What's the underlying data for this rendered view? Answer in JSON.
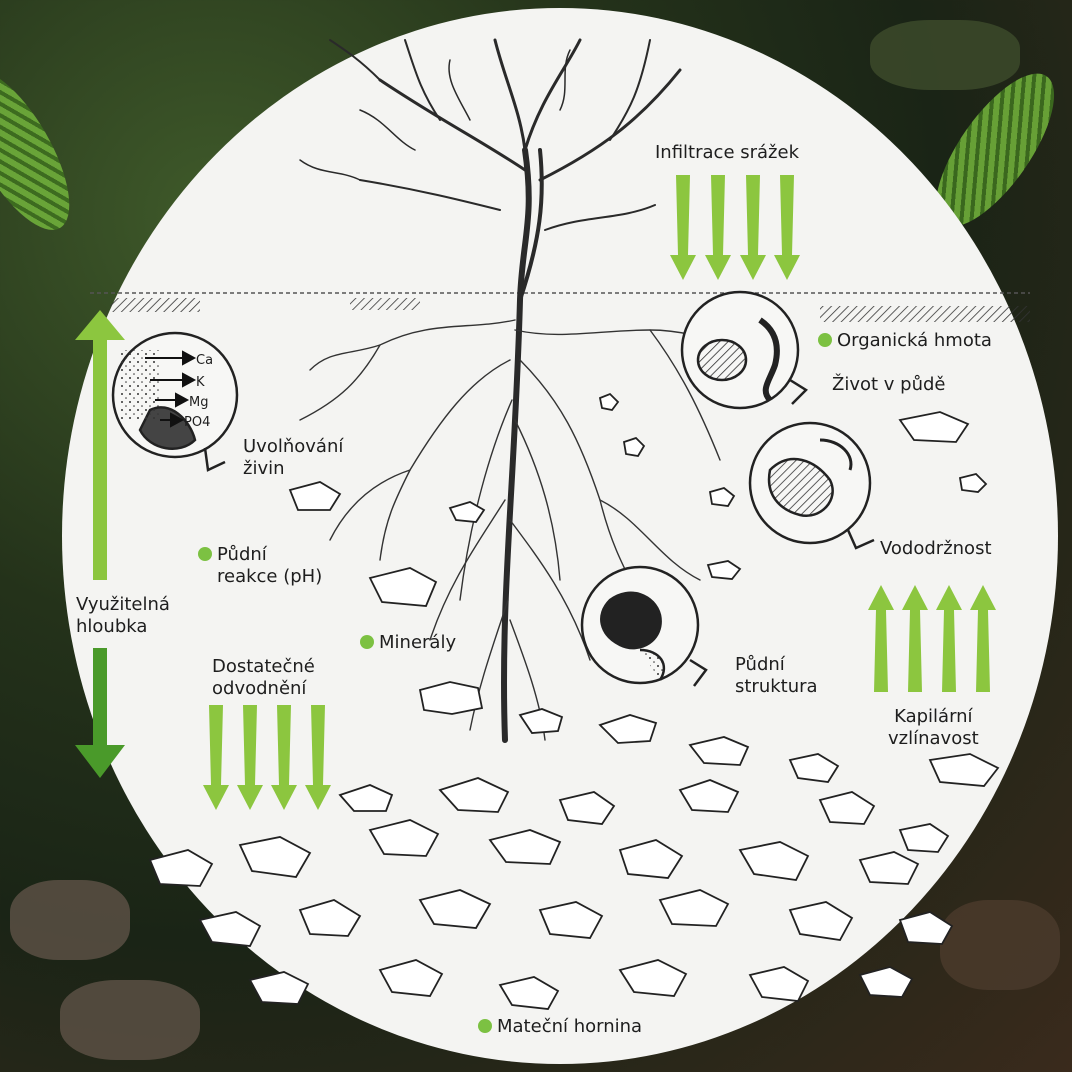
{
  "labels": {
    "infiltrace": "Infiltrace srážek",
    "organicka": "Organická hmota",
    "zivot": "Život v půdě",
    "uvolnovani_1": "Uvolňování",
    "uvolnovani_2": "živin",
    "pudni_reakce_1": "Půdní",
    "pudni_reakce_2": "reakce (pH)",
    "vyuzitelna_1": "Využitelná",
    "vyuzitelna_2": "hloubka",
    "mineraly": "Minerály",
    "odvodneni_1": "Dostatečné",
    "odvodneni_2": "odvodnění",
    "vododrznost": "Vododržnost",
    "struktura_1": "Půdní",
    "struktura_2": "struktura",
    "vzlinavost_1": "Kapilární",
    "vzlinavost_2": "vzlínavost",
    "materska": "Mateční hornina"
  },
  "nutrients": [
    "Ca",
    "K",
    "Mg",
    "PO4"
  ],
  "colors": {
    "arrow_green": "#8cc63f",
    "arrow_dark": "#4a9a2a",
    "dot_green": "#7cc142",
    "sketch": "#2a2a2a"
  }
}
